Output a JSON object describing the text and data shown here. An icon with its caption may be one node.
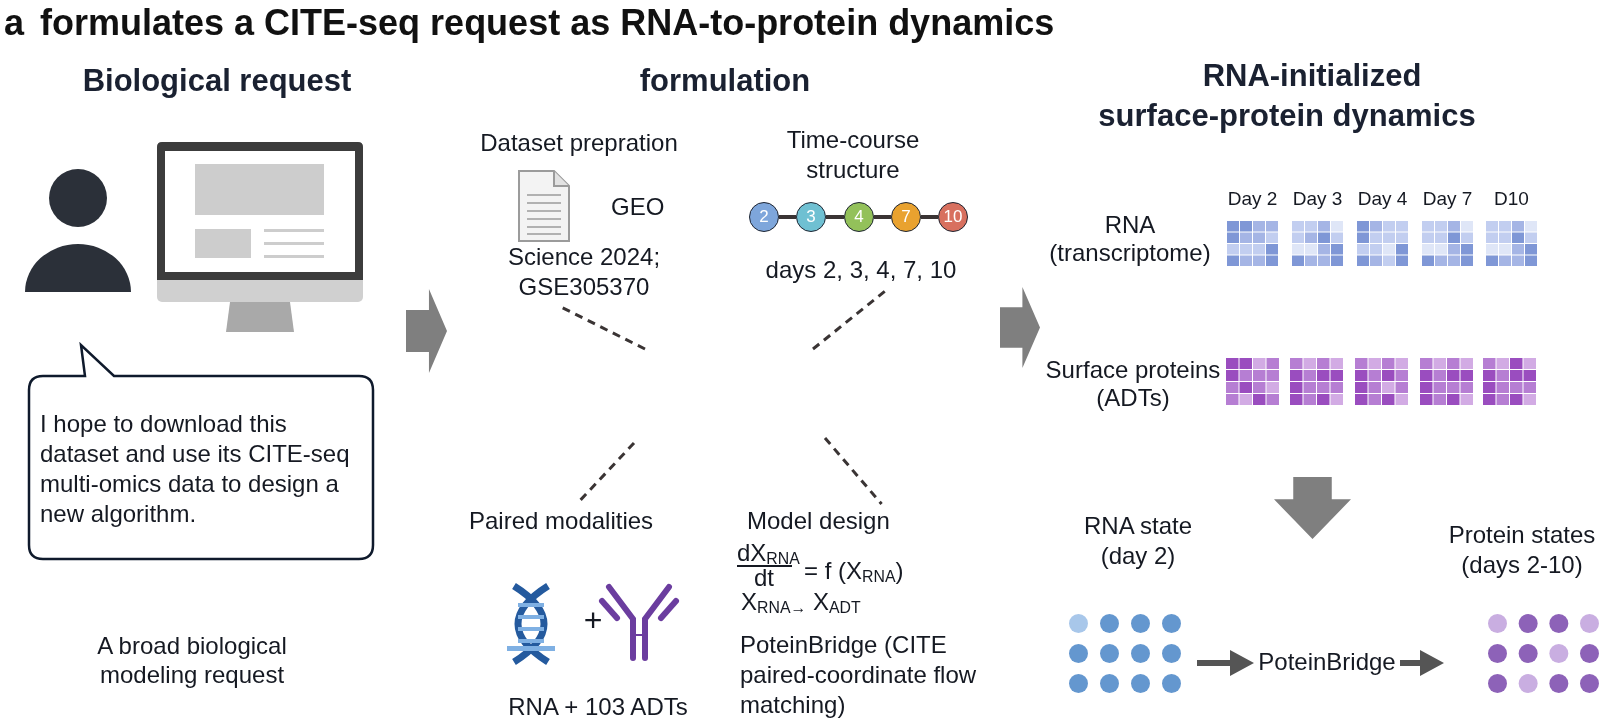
{
  "diagram": {
    "title": "formulates a CITE-seq request as RNA-to-protein dynamics",
    "nodes": [
      {
        "text": [
          "I hope to download this dataset and use its CITE-seq multi-omics data to design a new algorithm."
        ]
      },
      {
        "text": [
          "Dataset prepration",
          "GEO",
          "Science 2024; GSE305370"
        ]
      },
      {
        "text": [
          "Time-course structure",
          "days 2, 3, 4, 7, 10"
        ]
      },
      {
        "text": [
          "2"
        ]
      },
      {
        "text": [
          "3"
        ]
      },
      {
        "text": [
          "4"
        ]
      },
      {
        "text": [
          "7"
        ]
      },
      {
        "text": [
          "10"
        ]
      },
      {
        "text": [
          "Paired modalities",
          "+",
          "RNA + 103 ADTs"
        ]
      },
      {
        "text": [
          "Model design",
          "dX$_{RNA}$",
          "dt",
          "= f (X$_{RNA}$)",
          "X$_{RNA→}$ X$_{ADT}$",
          "PoteinBridge (CITE paired-coordinate flow matching)"
        ]
      },
      {
        "text": [
          "RNA state (day 2)"
        ]
      },
      {
        "text": [
          "PoteinBridge"
        ]
      },
      {
        "text": [
          "Protein states (days 2-10)"
        ]
      }
    ],
    "edges": [
      {
        "from": null,
        "to": 1,
        "arrow": "none",
        "style": "dashed"
      },
      {
        "from": null,
        "to": 2,
        "arrow": "none",
        "style": "dashed"
      },
      {
        "from": null,
        "to": 8,
        "arrow": "none",
        "style": "dashed"
      },
      {
        "from": null,
        "to": 9,
        "arrow": "none",
        "style": "dashed"
      },
      {
        "from": 3,
        "to": 4,
        "arrow": "none"
      },
      {
        "from": 4,
        "to": 5,
        "arrow": "none"
      },
      {
        "from": 5,
        "to": 6,
        "arrow": "none"
      },
      {
        "from": 6,
        "to": 7,
        "arrow": "none"
      },
      {
        "from": 10,
        "to": 11,
        "arrow": "to",
        "color": "#555555"
      },
      {
        "from": 11,
        "to": 12,
        "arrow": "to",
        "color": "#555555"
      }
    ],
    "labels": [
      "a",
      "Biological request",
      "formulation",
      "RNA-initialized surface-protein dynamics",
      "RNA (transcriptome)",
      "Day 2",
      "Day 3",
      "Day 4",
      "Day 7",
      "D10",
      "Surface proteins (ADTs)",
      "A broad biological modeling request"
    ]
  }
}
